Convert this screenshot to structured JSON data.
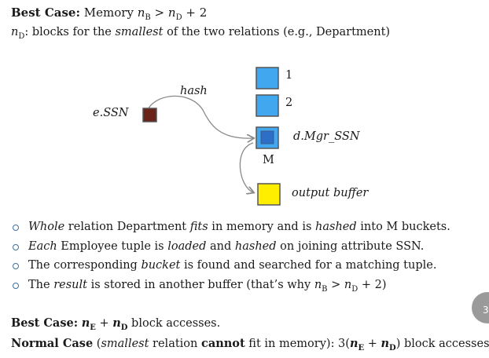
{
  "header": {
    "best_case_label": "Best Case:",
    "memory_text": "Memory",
    "n": "n",
    "sub_b": "B",
    "sub_d": "D",
    "gt": ">",
    "plus2": "+ 2",
    "colon_text": ": blocks for the",
    "smallest": "smallest",
    "rest": "of the two relations (e.g., Department)"
  },
  "diagram": {
    "esn_label": "e.SSN",
    "hash_label": "hash",
    "bucket1": "1",
    "bucket2": "2",
    "dmgr_label": "d.Mgr_SSN",
    "m_label": "M",
    "output_label": "output buffer"
  },
  "bullets": [
    {
      "parts": [
        "Whole",
        " relation Department ",
        "fits",
        " in memory and is ",
        "hashed",
        " into M buckets."
      ]
    },
    {
      "parts": [
        "Each",
        " Employee tuple is ",
        "loaded",
        " and ",
        "hashed",
        " on joining attribute SSN."
      ]
    },
    {
      "parts": [
        "The corresponding ",
        "bucket",
        " is found and searched for a matching tuple."
      ]
    },
    {
      "parts": [
        "The ",
        "result",
        " is stored in another buffer (that’s why ",
        "n",
        "B",
        " > ",
        "n",
        "D",
        " + 2)"
      ]
    }
  ],
  "page": {
    "number": "3"
  },
  "footer": {
    "best_label": "Best Case:",
    "best_n": "n",
    "best_sub_e": "E",
    "best_plus": " + ",
    "best_sub_d": "D",
    "best_rest": " block accesses.",
    "normal_label": "Normal Case",
    "normal_open": " (",
    "normal_smallest": "smallest",
    "normal_mid": " relation ",
    "normal_cannot": "cannot",
    "normal_rest": " fit in memory): 3(",
    "normal_close": ") block accesses"
  },
  "colors": {
    "bucket": "#41a8f0",
    "bucket_inner": "#2d6fc7",
    "tuple": "#6b2218",
    "output": "#ffee00",
    "arrow": "#888888"
  }
}
